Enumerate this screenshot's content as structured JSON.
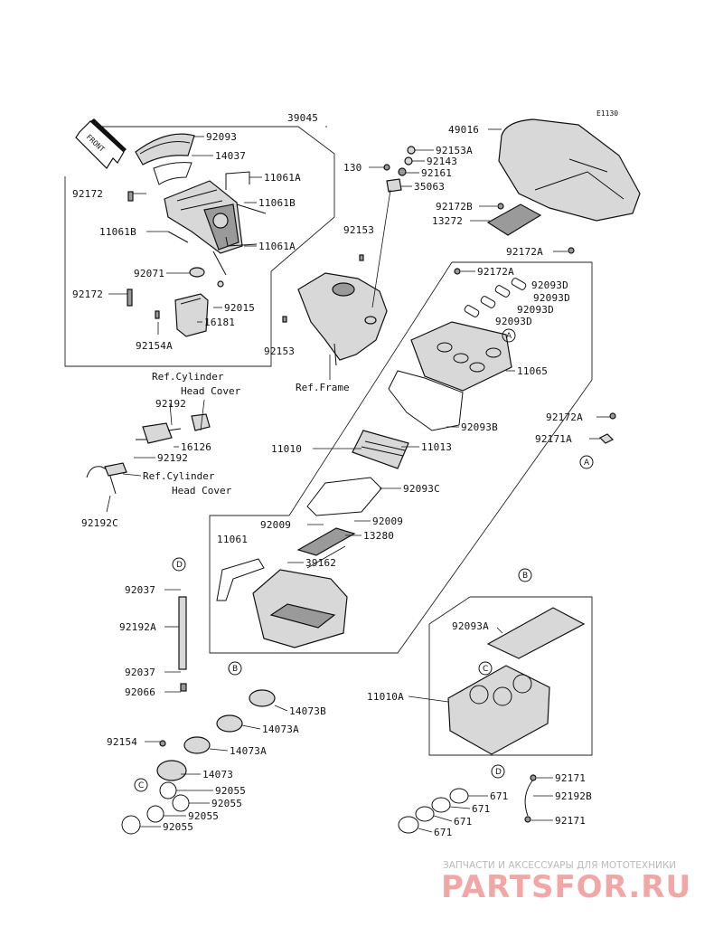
{
  "diagram_id": "E1130",
  "front_label": "FRONT",
  "part_numbers": {
    "p39045": "39045",
    "p92093": "92093",
    "p14037": "14037",
    "p11061A_1": "11061A",
    "p11061B_1": "11061B",
    "p92172_1": "92172",
    "p11061B_2": "11061B",
    "p11061A_2": "11061A",
    "p92071": "92071",
    "p92172_2": "92172",
    "p92015": "92015",
    "p16181": "16181",
    "p92154A": "92154A",
    "p92153_1": "92153",
    "p92153_2": "92153",
    "p49016": "49016",
    "p92153A": "92153A",
    "p92143": "92143",
    "p130": "130",
    "p92161": "92161",
    "p35063": "35063",
    "p92172B": "92172B",
    "p13272": "13272",
    "p92172A_1": "92172A",
    "p92172A_2": "92172A",
    "p92093D_1": "92093D",
    "p92093D_2": "92093D",
    "p92093D_3": "92093D",
    "p92093D_4": "92093D",
    "p11065": "11065",
    "p92093B": "92093B",
    "p11010": "11010",
    "p11013": "11013",
    "p92172A_3": "92172A",
    "p92171A": "92171A",
    "p92093C": "92093C",
    "p92192_1": "92192",
    "p16126": "16126",
    "p92192_2": "92192",
    "p92192C": "92192C",
    "p92009_1": "92009",
    "p92009_2": "92009",
    "p13280": "13280",
    "p11061": "11061",
    "p39162": "39162",
    "p92037_1": "92037",
    "p92192A": "92192A",
    "p92037_2": "92037",
    "p92066": "92066",
    "p14073B": "14073B",
    "p14073A_1": "14073A",
    "p92154": "92154",
    "p14073A_2": "14073A",
    "p14073": "14073",
    "p92055_1": "92055",
    "p92055_2": "92055",
    "p92055_3": "92055",
    "p92055_4": "92055",
    "p92093A": "92093A",
    "p11010A": "11010A",
    "p92171_1": "92171",
    "p92192B": "92192B",
    "p92171_2": "92171",
    "p671_1": "671",
    "p671_2": "671",
    "p671_3": "671",
    "p671_4": "671"
  },
  "references": {
    "ref_frame": "Ref.Frame",
    "ref_cyl_1a": "Ref.Cylinder",
    "ref_cyl_1b": "Head Cover",
    "ref_cyl_2a": "Ref.Cylinder",
    "ref_cyl_2b": "Head Cover"
  },
  "callouts": {
    "a1": "A",
    "a2": "A",
    "b1": "B",
    "b2": "B",
    "c1": "C",
    "c2": "C",
    "d1": "D",
    "d2": "D"
  },
  "watermark": {
    "tagline": "ЗАПЧАСТИ И АКСЕССУАРЫ ДЛЯ МОТОТЕХНИКИ",
    "logo": "PARTSFOR.RU"
  },
  "colors": {
    "ink": "#111111",
    "watermark_red": "#f2a7a7",
    "watermark_gray": "#bbbbbb"
  }
}
